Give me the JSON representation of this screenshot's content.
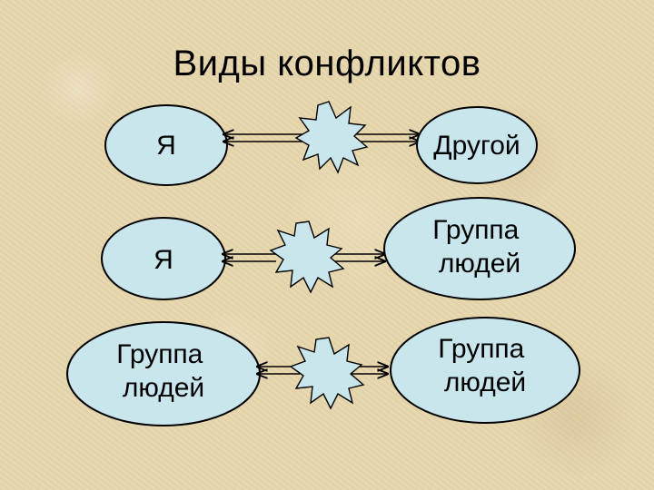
{
  "title": "Виды конфликтов",
  "rows": [
    {
      "left": {
        "lines": [
          "Я"
        ]
      },
      "right": {
        "lines": [
          "Другой"
        ]
      }
    },
    {
      "left": {
        "lines": [
          "Я"
        ]
      },
      "right": {
        "lines": [
          "Группа",
          "людей"
        ]
      }
    },
    {
      "left": {
        "lines": [
          "Группа",
          "людей"
        ]
      },
      "right": {
        "lines": [
          "Группа",
          "людей"
        ]
      }
    }
  ],
  "colors": {
    "node_fill": "#c9e6ec",
    "background": "#e6d6ad",
    "stroke": "#000000"
  },
  "icons": {
    "conflict_symbol": "explosion-burst-icon"
  }
}
